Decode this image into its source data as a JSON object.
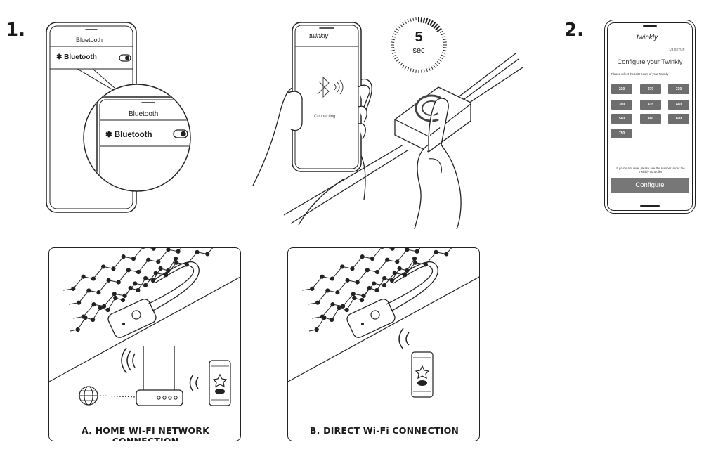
{
  "steps": {
    "step1": "1.",
    "step2": "2."
  },
  "phone1": {
    "header": "Bluetooth",
    "row_label": "Bluetooth",
    "zoom_header": "Bluetooth",
    "zoom_row_label": "Bluetooth"
  },
  "phone2": {
    "logo": "twinkly",
    "status": "Connecting..."
  },
  "timer": {
    "value": "5",
    "unit": "sec"
  },
  "phone3": {
    "logo": "twinkly",
    "step_tag": "1/3 SETUP",
    "title": "Configure your Twinkly",
    "instruction": "Please select the LED count of your Twinkly",
    "led_counts": [
      "210",
      "270",
      "330",
      "390",
      "435",
      "440",
      "540",
      "480",
      "600",
      "750"
    ],
    "note": "If you're not sure, please see the number under the Twinkly controller",
    "configure_button": "Configure"
  },
  "panels": {
    "a_caption": "A. HOME WI-FI NETWORK CONNECTION",
    "b_caption": "B. DIRECT Wi-Fi CONNECTION"
  },
  "icons": [
    "bluetooth-icon",
    "toggle-icon",
    "wifi-waves-icon",
    "globe-icon",
    "router-icon",
    "twinkly-star-icon",
    "touch-button-icon"
  ]
}
